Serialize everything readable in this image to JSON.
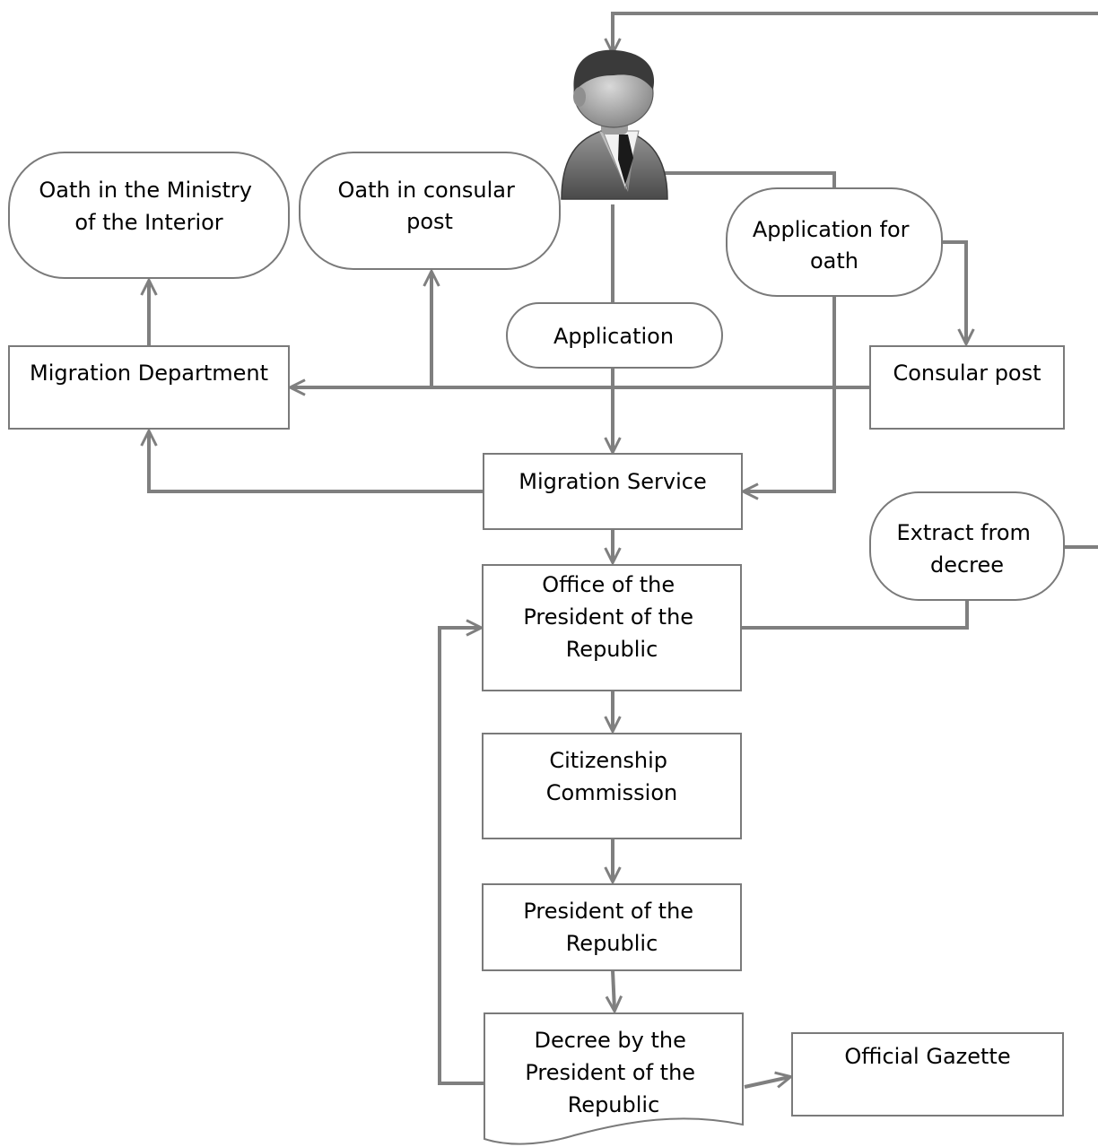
{
  "diagram": {
    "colors": {
      "connector": "#7f7f7f",
      "box_border": "#7a7a7a",
      "box_fill": "#ffffff",
      "text": "#000000"
    },
    "icon": "person-in-suit-icon",
    "nodes": {
      "oath_ministry": {
        "lines": [
          "Oath in the Ministry",
          "of the Interior"
        ]
      },
      "oath_consular": {
        "lines": [
          "Oath in consular",
          "post"
        ]
      },
      "application_for_oath": {
        "lines": [
          "Application for",
          "oath"
        ]
      },
      "application": {
        "lines": [
          "Application"
        ]
      },
      "migration_department": {
        "lines": [
          "Migration Department"
        ]
      },
      "consular_post": {
        "lines": [
          "Consular post"
        ]
      },
      "migration_service": {
        "lines": [
          "Migration Service"
        ]
      },
      "extract_from_decree": {
        "lines": [
          "Extract from",
          "decree"
        ]
      },
      "office_president": {
        "lines": [
          "Office of the",
          "President of the",
          "Republic"
        ]
      },
      "citizenship_commission": {
        "lines": [
          "Citizenship",
          "Commission"
        ]
      },
      "president": {
        "lines": [
          "President of the",
          "Republic"
        ]
      },
      "decree": {
        "lines": [
          "Decree by the",
          "President of the",
          "Republic"
        ]
      },
      "official_gazette": {
        "lines": [
          "Official Gazette"
        ]
      }
    }
  }
}
